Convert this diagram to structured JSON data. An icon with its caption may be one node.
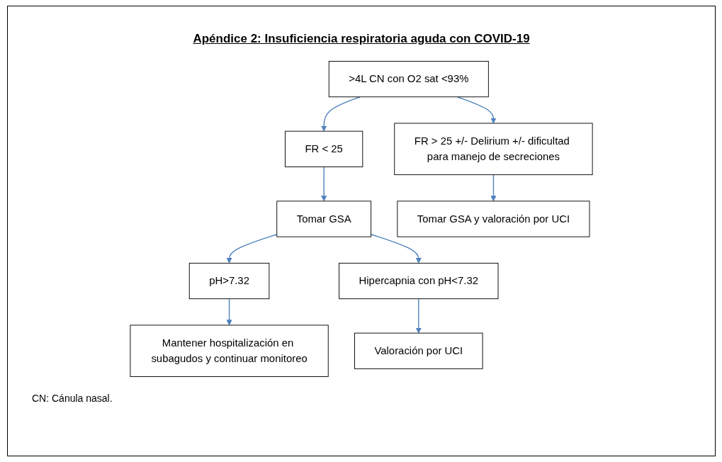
{
  "diagram": {
    "title": "Apéndice 2: Insuficiencia respiratoria aguda con COVID-19",
    "nodes": [
      {
        "text": [
          ">4L CN con O2 sat <93%"
        ]
      },
      {
        "text": [
          "FR < 25"
        ]
      },
      {
        "text": [
          "FR > 25 +/- Delirium +/- dificultad para manejo de secreciones"
        ]
      },
      {
        "text": [
          "Tomar GSA"
        ]
      },
      {
        "text": [
          "Tomar GSA y valoración por UCI"
        ]
      },
      {
        "text": [
          "pH>7.32"
        ]
      },
      {
        "text": [
          "Hipercapnia con pH<7.32"
        ]
      },
      {
        "text": [
          "Mantener hospitalización en subagudos y continuar monitoreo"
        ]
      },
      {
        "text": [
          "Valoración por UCI"
        ]
      }
    ],
    "edges": [
      {
        "from": 0,
        "to": 1,
        "arrow": "to"
      },
      {
        "from": 0,
        "to": 2,
        "arrow": "to"
      },
      {
        "from": 1,
        "to": 3,
        "arrow": "to"
      },
      {
        "from": 2,
        "to": 4,
        "arrow": "to"
      },
      {
        "from": 3,
        "to": 5,
        "arrow": "to"
      },
      {
        "from": 3,
        "to": 6,
        "arrow": "to"
      },
      {
        "from": 5,
        "to": 7,
        "arrow": "to"
      },
      {
        "from": 6,
        "to": 8,
        "arrow": "to"
      }
    ],
    "labels": [
      "CN: Cánula nasal."
    ]
  }
}
